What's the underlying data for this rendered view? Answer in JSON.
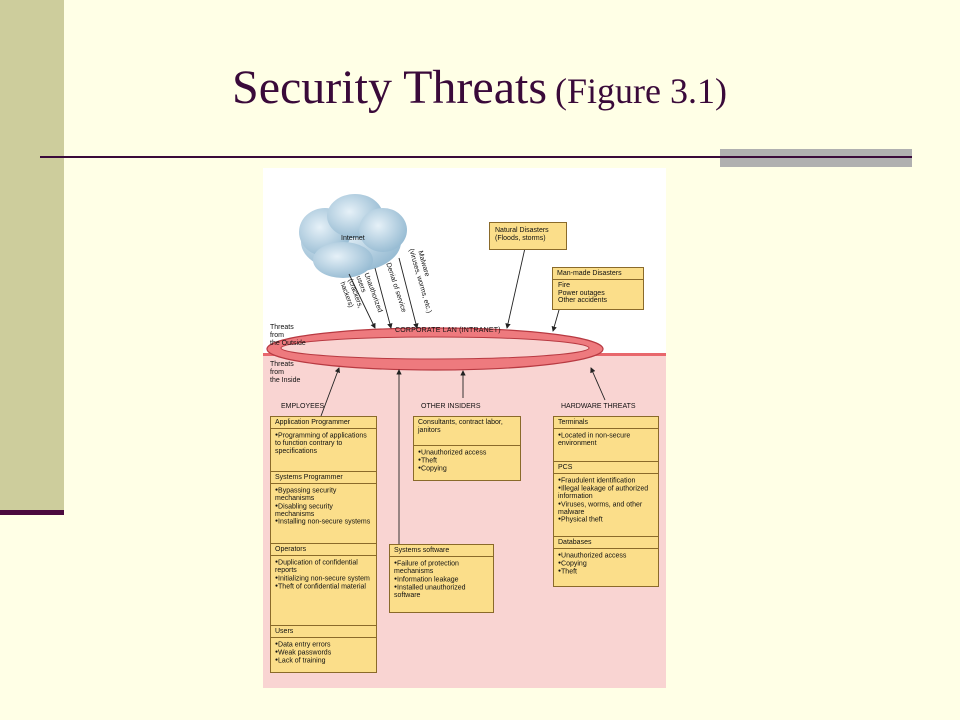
{
  "slide": {
    "title_main": "Security Threats",
    "title_sub": "(Figure 3.1)"
  },
  "figure": {
    "internet": "Internet",
    "lan": "CORPORATE LAN (INTRANET)",
    "outside": [
      "Threats",
      "from",
      "the Outside"
    ],
    "inside": [
      "Threats",
      "from",
      "the Inside"
    ],
    "internet_threats": {
      "unauthorized": [
        "Unauthorized",
        "users",
        "(crackers,",
        "hackers)"
      ],
      "dos": [
        "Denial of service"
      ],
      "malware": [
        "Malware",
        "(viruses, worms, etc.)"
      ]
    },
    "natural": {
      "title": "Natural Disasters",
      "sub": "(Floods, storms)"
    },
    "manmade": {
      "title": "Man-made Disasters",
      "items": [
        "Fire",
        "Power outages",
        "Other accidents"
      ]
    },
    "employees": {
      "label": "EMPLOYEES",
      "app_prog": {
        "title": "Application Programmer",
        "items": [
          "Programming of applications to function contrary to specifications"
        ]
      },
      "sys_prog": {
        "title": "Systems Programmer",
        "items": [
          "Bypassing security mechanisms",
          "Disabling security mechanisms",
          "Installing non-secure systems"
        ]
      },
      "operators": {
        "title": "Operators",
        "items": [
          "Duplication of confidential reports",
          "Initializing non-secure system",
          "Theft of confidential material"
        ]
      },
      "users": {
        "title": "Users",
        "items": [
          "Data entry errors",
          "Weak passwords",
          "Lack of training"
        ]
      }
    },
    "other_insiders": {
      "label": "OTHER INSIDERS",
      "box": {
        "title": "Consultants, contract labor, janitors",
        "items": [
          "Unauthorized access",
          "Theft",
          "Copying"
        ]
      }
    },
    "systems_software": {
      "title": "Systems software",
      "items": [
        "Failure of protection mechanisms",
        "Information leakage",
        "Installed unauthorized software"
      ]
    },
    "hardware": {
      "label": "HARDWARE THREATS",
      "terminals": {
        "title": "Terminals",
        "items": [
          "Located in non-secure environment"
        ]
      },
      "pcs": {
        "title": "PCS",
        "items": [
          "Fraudulent identification",
          "Illegal leakage of authorized information",
          "Viruses, worms, and other malware",
          "Physical theft"
        ]
      },
      "databases": {
        "title": "Databases",
        "items": [
          "Unauthorized access",
          "Copying",
          "Theft"
        ]
      }
    }
  }
}
